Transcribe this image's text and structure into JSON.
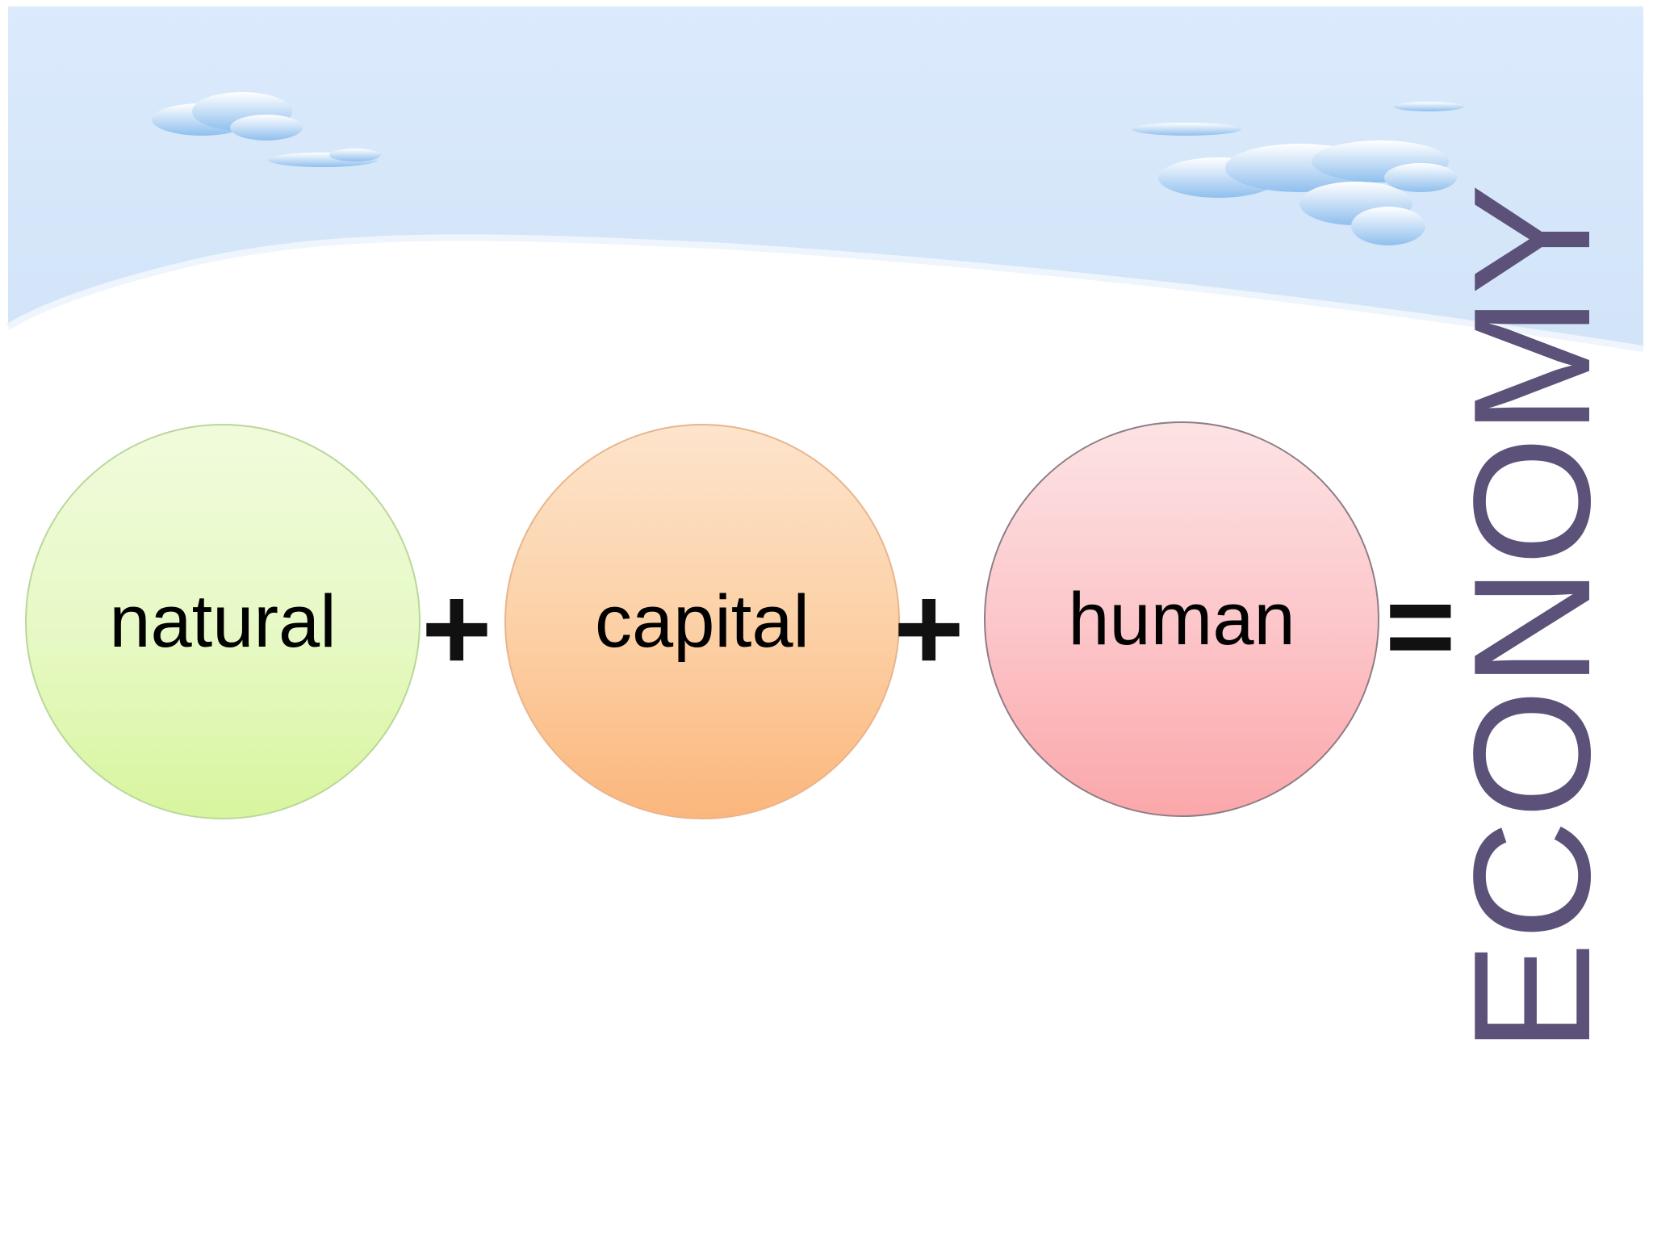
{
  "terms": [
    {
      "label": "natural",
      "color": "#e6f9c4"
    },
    {
      "label": "capital",
      "color": "#fccfa3"
    },
    {
      "label": "human",
      "color": "#fcc4c8"
    }
  ],
  "operators": {
    "plus": "+",
    "equals": "="
  },
  "result": {
    "label": "ECONOMY",
    "color": "#5b5179"
  },
  "background": {
    "sky_color": "#d9e9fb",
    "cloud_color": "#9cc6ef"
  }
}
